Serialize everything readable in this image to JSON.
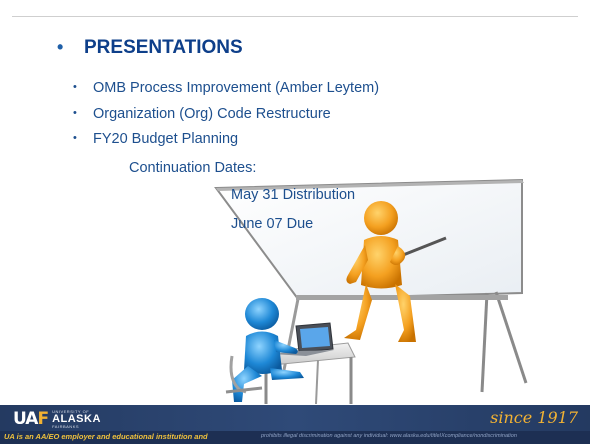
{
  "slide": {
    "heading": "PRESENTATIONS",
    "items": [
      "OMB Process Improvement (Amber Leytem)",
      "Organization (Org) Code Restructure",
      "FY20 Budget Planning"
    ],
    "subitem": "Continuation Dates:",
    "dates": [
      "May 31 Distribution",
      "June 07 Due"
    ],
    "bullet_symbol": "•"
  },
  "footer": {
    "logo_small": "UNIVERSITY OF",
    "logo_main": "ALASKA",
    "logo_sub": "FAIRBANKS",
    "since": "since 1917",
    "notice_bold": "UA is an AA/EO employer and educational institution and",
    "notice_rest": "prohibits illegal discrimination against any individual: www.alaska.edu/titleIXcompliance/nondiscrimination"
  },
  "colors": {
    "heading": "#0e3f8a",
    "body_text": "#1d4f8e",
    "footer_bg": "#243a61",
    "footer_gold": "#f2b233"
  }
}
